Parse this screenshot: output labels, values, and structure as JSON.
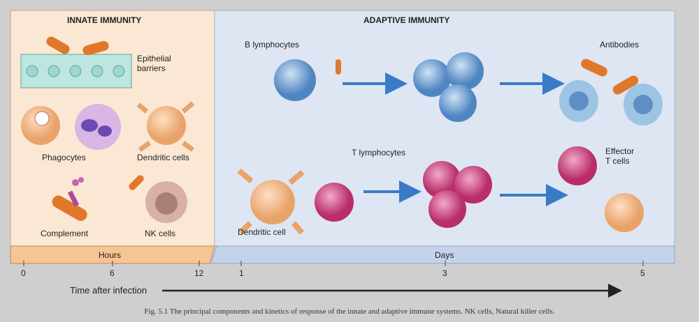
{
  "innate": {
    "title": "INNATE IMMUNITY",
    "labels": {
      "epithelial": "Epithelial\nbarriers",
      "phagocytes": "Phagocytes",
      "dendritic": "Dendritic cells",
      "complement": "Complement",
      "nk": "NK cells"
    }
  },
  "adaptive": {
    "title": "ADAPTIVE IMMUNITY",
    "labels": {
      "b": "B lymphocytes",
      "antibodies": "Antibodies",
      "t": "T lymphocytes",
      "effector": "Effector\nT cells",
      "dendritic": "Dendritic cell"
    }
  },
  "timeline": {
    "hours": "Hours",
    "days": "Days",
    "ticks": [
      "0",
      "6",
      "12",
      "1",
      "3",
      "5"
    ],
    "axis_label": "Time after infection"
  },
  "caption": "Fig. 5.1  The principal components and kinetics of response of the innate and adaptive immune systems. NK cells, Natural killer cells.",
  "colors": {
    "innate_bg": "#fbe8d4",
    "adaptive_bg": "#dde6f2",
    "hours_bar": "#f7c592",
    "days_bar": "#c4d3ea"
  }
}
